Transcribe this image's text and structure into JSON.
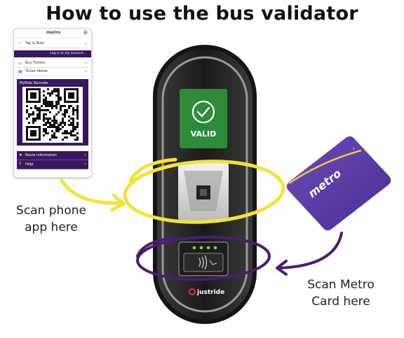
{
  "title": "How to use the bus validator",
  "phone": {
    "logo": "metro",
    "menu_icon": "hamburger-icon",
    "items": {
      "tap_ride": "Tap & Ride",
      "login": "Log in to my account",
      "buy_tickets": "Buy Tickets",
      "ticket_wallet": "Ticket Wallet",
      "barcode_label": "MyRide Barcode",
      "route_info": "Route information",
      "help": "Help"
    }
  },
  "validator": {
    "screen_text": "VALID",
    "brand": "justride",
    "led_count": 4
  },
  "card": {
    "brand": "metro"
  },
  "captions": {
    "phone_line1": "Scan phone",
    "phone_line2": "app here",
    "card_line1": "Scan Metro",
    "card_line2": "Card here"
  },
  "colors": {
    "valid_green": "#2e8b3a",
    "highlight_yellow": "#f4e23a",
    "highlight_purple": "#4b1d6e",
    "card_purple": "#5e3fa8",
    "brand_purple": "#3a1660"
  }
}
